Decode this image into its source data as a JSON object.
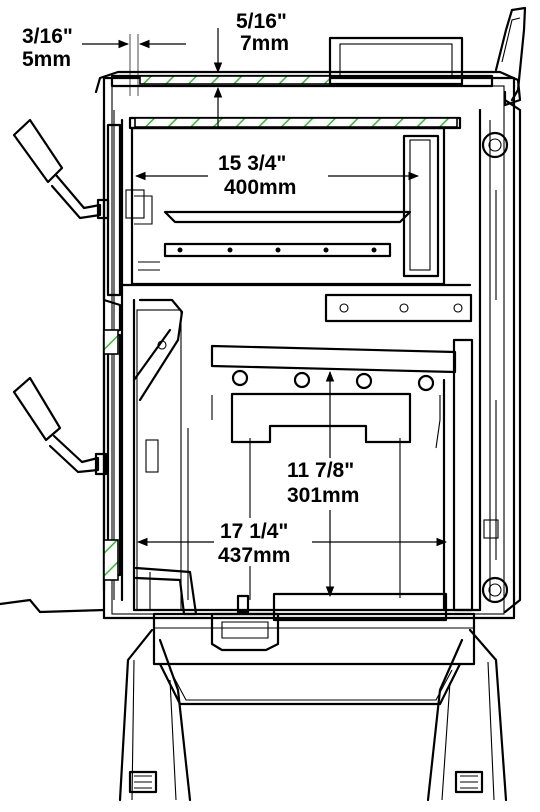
{
  "dimensions": {
    "gap_side": {
      "imperial": "3/16\"",
      "metric": "5mm"
    },
    "gap_top": {
      "imperial": "5/16\"",
      "metric": "7mm"
    },
    "upper_width": {
      "imperial": "15 3/4\"",
      "metric": "400mm"
    },
    "firebox_height": {
      "imperial": "11 7/8\"",
      "metric": "301mm"
    },
    "firebox_width": {
      "imperial": "17 1/4\"",
      "metric": "437mm"
    }
  },
  "colors": {
    "hatch_fill": "#2fbf2f",
    "line": "#000000"
  }
}
